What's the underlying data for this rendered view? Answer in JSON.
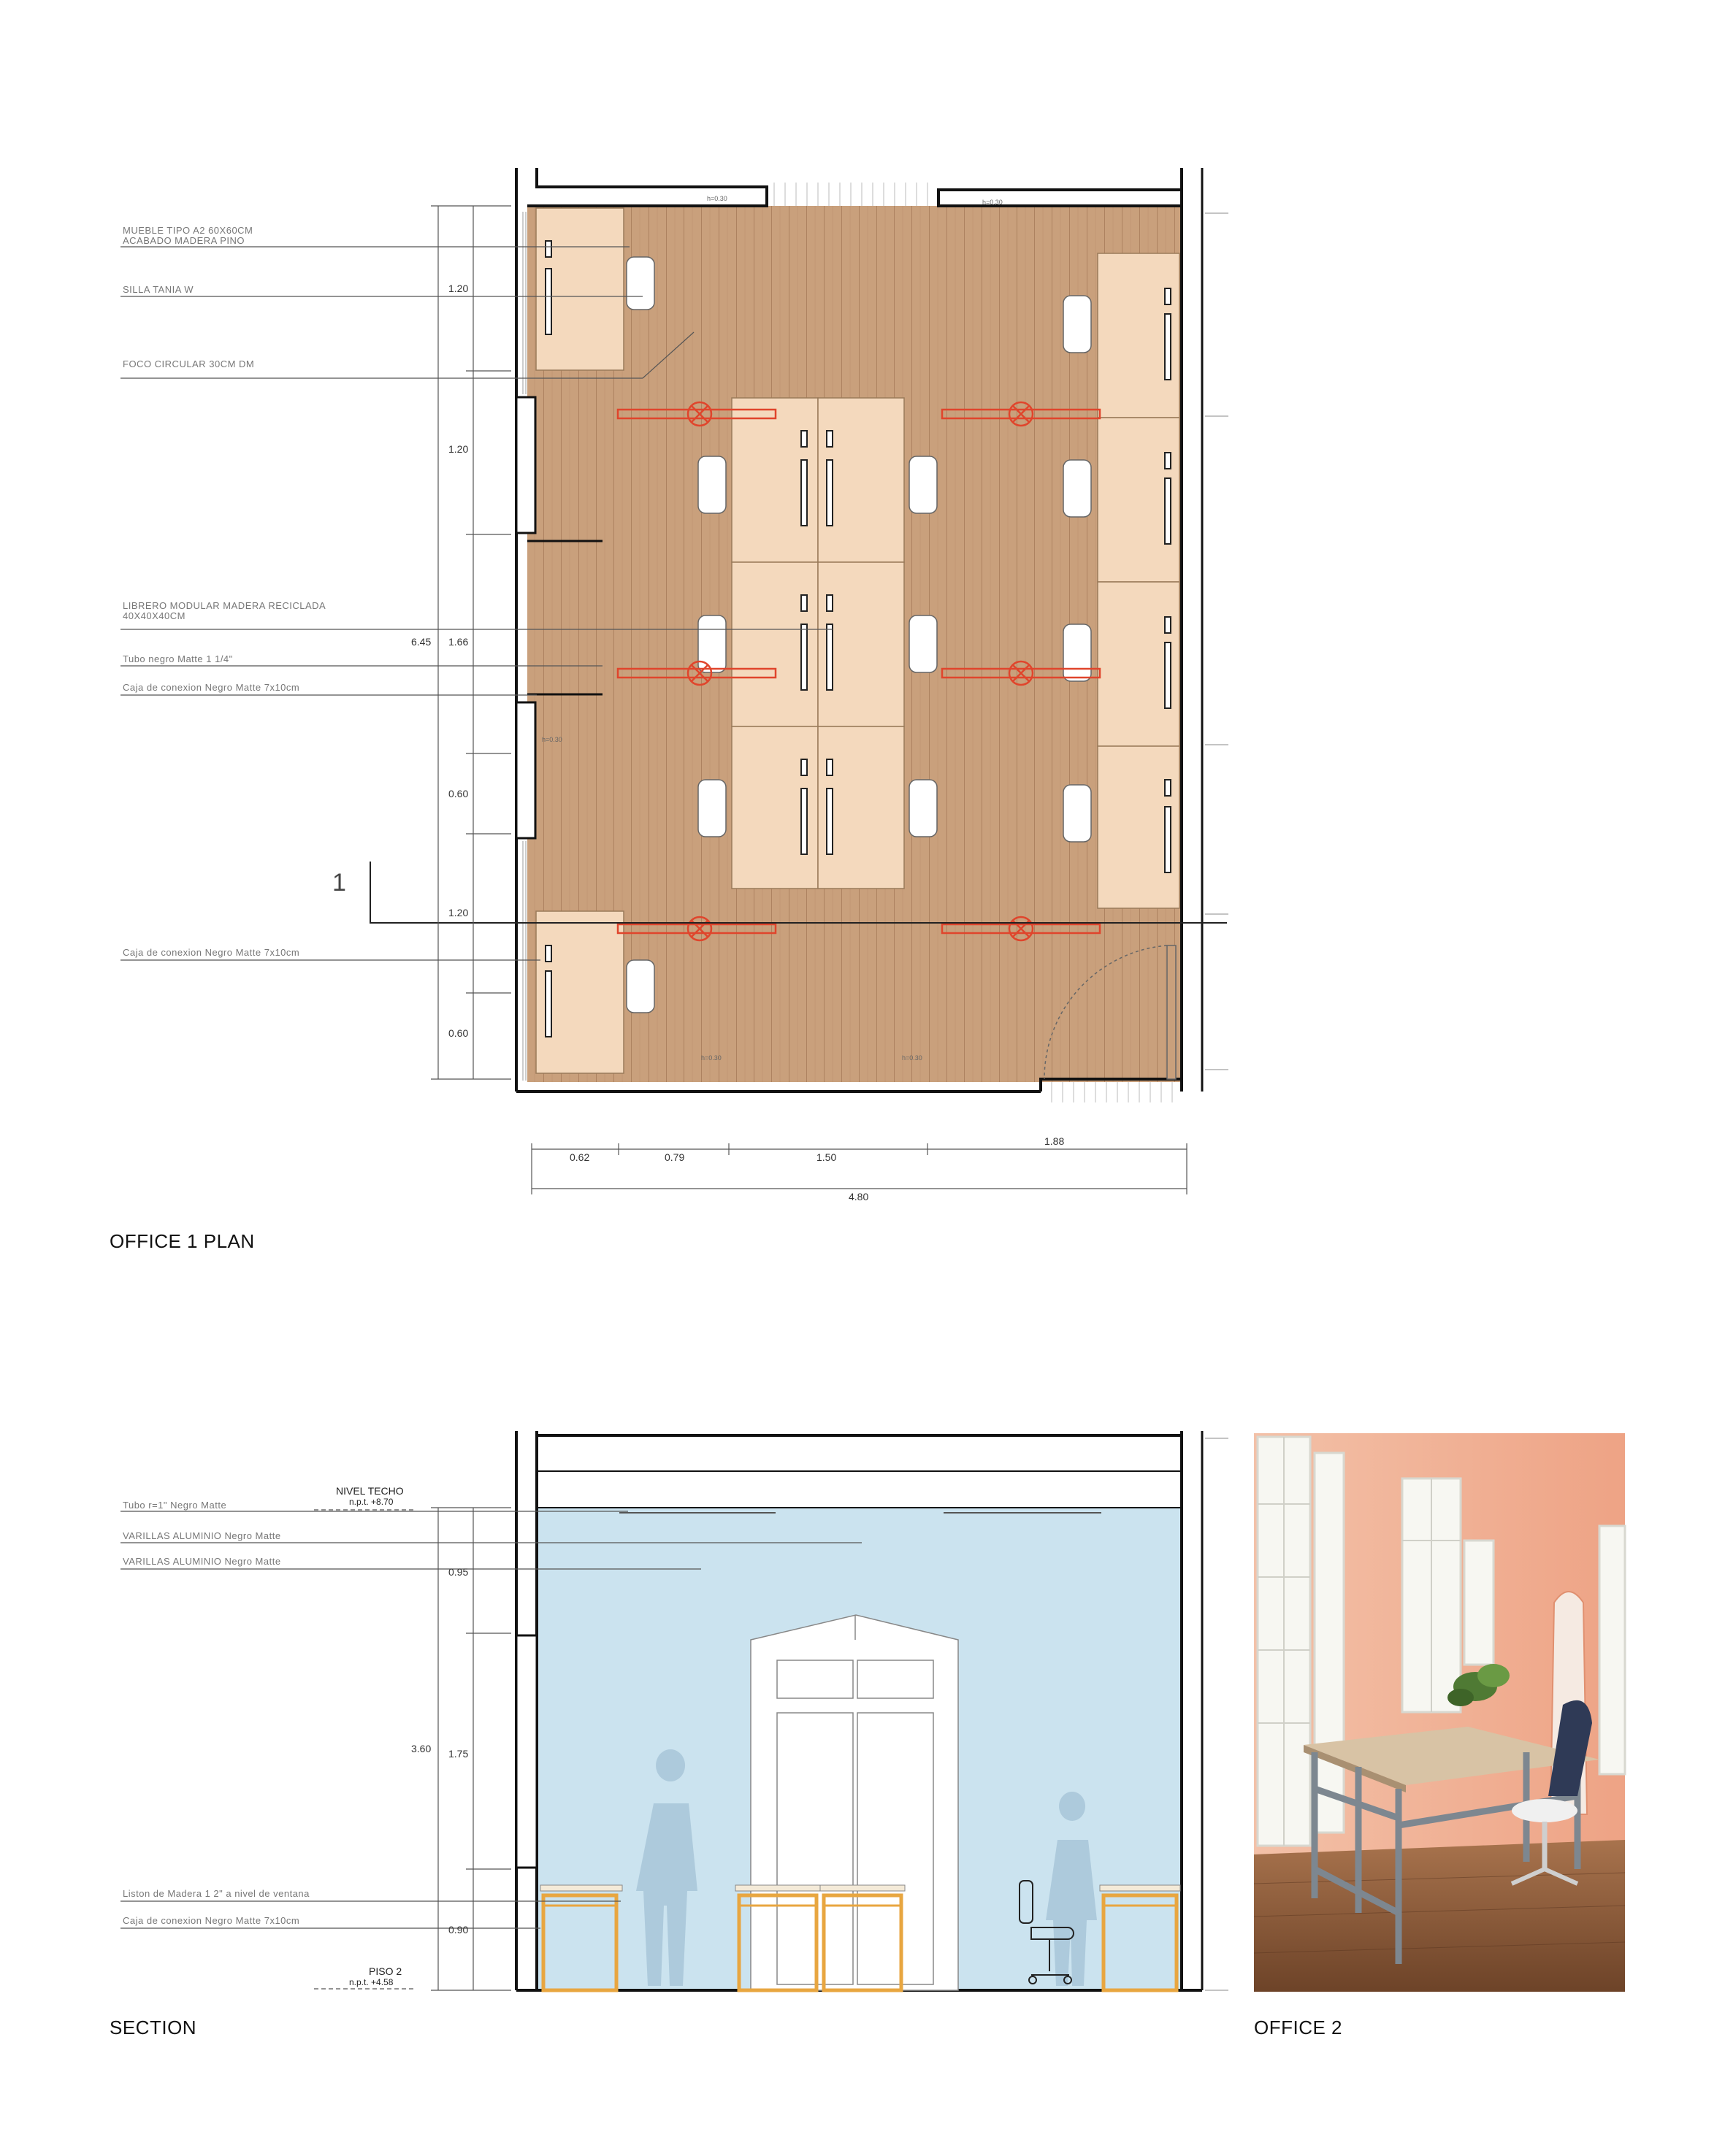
{
  "captions": {
    "plan": "OFFICE 1 PLAN",
    "section": "SECTION",
    "photo": "OFFICE 2"
  },
  "plan": {
    "annotations": [
      "MUEBLE TIPO A2 60X60CM",
      "ACABADO MADERA PINO",
      "SILLA TANIA W",
      "FOCO CIRCULAR 30CM DM",
      "LIBRERO MODULAR MADERA RECICLADA",
      "40X40X40CM",
      "Tubo negro Matte 1 1/4\"",
      "Caja de conexion Negro Matte 7x10cm",
      "Caja de conexion Negro Matte 7x10cm"
    ],
    "vertical_dims": [
      "1.20",
      "1.20",
      "1.66",
      "0.60",
      "1.20",
      "0.60"
    ],
    "total_vertical": "6.45",
    "horizontal_dims": [
      "0.62",
      "0.79",
      "1.50",
      "1.88"
    ],
    "total_horizontal": "4.80",
    "section_marker": "1",
    "small_labels": [
      "h=0.30",
      "h=0.30",
      "h=0.30",
      "h=0.30",
      "h=0.30"
    ],
    "colors": {
      "floor": "#c9a07c",
      "furniture": "#f4d9bd",
      "light": "#e0452c",
      "line": "#111111"
    }
  },
  "section": {
    "level_top_label": "NIVEL TECHO",
    "level_top_value": "n.p.t.  +8.70",
    "level_bottom_label": "PISO 2",
    "level_bottom_value": "n.p.t.  +4.58",
    "annotations": [
      "Tubo r=1\" Negro Matte",
      "VARILLAS ALUMINIO  Negro Matte",
      "VARILLAS ALUMINIO  Negro Matte",
      "Liston de Madera 1 2\" a nivel de ventana",
      "Caja de conexion Negro Matte 7x10cm"
    ],
    "vertical_dims": [
      "0.95",
      "1.75",
      "0.90"
    ],
    "total_vertical": "3.60",
    "colors": {
      "wall": "#cbe3ef",
      "desk_frame": "#e8a640",
      "desk_top": "#f4ead8"
    }
  },
  "photo": {
    "colors": {
      "wall": "#f0ab90",
      "floor": "#8a5a3c",
      "frame": "#7d8790",
      "desk_top": "#d8c3a5"
    }
  }
}
